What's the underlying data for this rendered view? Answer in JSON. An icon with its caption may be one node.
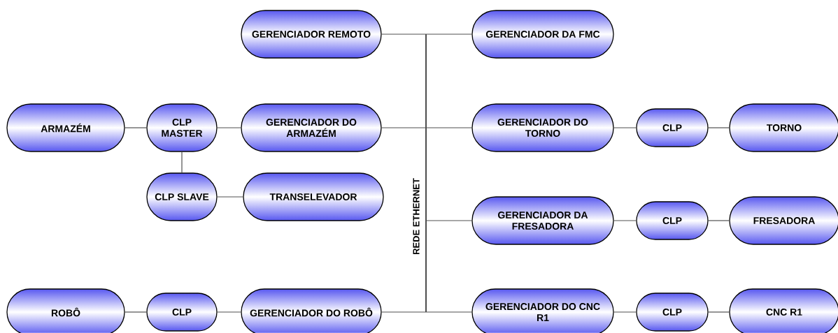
{
  "diagram": {
    "nodes": [
      {
        "text": [
          "GERENCIADOR REMOTO"
        ]
      },
      {
        "text": [
          "GERENCIADOR DA FMC"
        ]
      },
      {
        "text": [
          "ARMAZÉM"
        ]
      },
      {
        "text": [
          "CLP MASTER"
        ]
      },
      {
        "text": [
          "GERENCIADOR DO ARMAZÉM"
        ]
      },
      {
        "text": [
          "GERENCIADOR DO TORNO"
        ]
      },
      {
        "text": [
          "CLP"
        ]
      },
      {
        "text": [
          "TORNO"
        ]
      },
      {
        "text": [
          "CLP SLAVE"
        ]
      },
      {
        "text": [
          "TRANSELEVADOR"
        ]
      },
      {
        "text": [],
        "shape": "bar",
        "beside": [
          "REDE ETHERNET"
        ]
      },
      {
        "text": [
          "GERENCIADOR DA FRESADORA"
        ]
      },
      {
        "text": [
          "CLP"
        ]
      },
      {
        "text": [
          "FRESADORA"
        ]
      },
      {
        "text": [
          "ROBÔ"
        ]
      },
      {
        "text": [
          "CLP"
        ]
      },
      {
        "text": [
          "GERENCIADOR DO ROBÔ"
        ]
      },
      {
        "text": [
          "GERENCIADOR DO CNC R1"
        ]
      },
      {
        "text": [
          "CLP"
        ]
      },
      {
        "text": [
          "CNC R1"
        ]
      }
    ],
    "edges": [
      {
        "from": 0,
        "to": 10,
        "arrow": "none"
      },
      {
        "from": 1,
        "to": 10,
        "arrow": "none"
      },
      {
        "from": 2,
        "to": 3,
        "arrow": "none"
      },
      {
        "from": 3,
        "to": 4,
        "arrow": "none"
      },
      {
        "from": 4,
        "to": 10,
        "arrow": "none"
      },
      {
        "from": 5,
        "to": 10,
        "arrow": "none"
      },
      {
        "from": 5,
        "to": 6,
        "arrow": "none"
      },
      {
        "from": 6,
        "to": 7,
        "arrow": "none"
      },
      {
        "from": 3,
        "to": 8,
        "arrow": "none"
      },
      {
        "from": 8,
        "to": 9,
        "arrow": "none"
      },
      {
        "from": 11,
        "to": 10,
        "arrow": "none"
      },
      {
        "from": 11,
        "to": 12,
        "arrow": "none"
      },
      {
        "from": 12,
        "to": 13,
        "arrow": "none"
      },
      {
        "from": 14,
        "to": 15,
        "arrow": "none"
      },
      {
        "from": 15,
        "to": 16,
        "arrow": "none"
      },
      {
        "from": 16,
        "to": 10,
        "arrow": "none"
      },
      {
        "from": 17,
        "to": 10,
        "arrow": "none"
      },
      {
        "from": 17,
        "to": 18,
        "arrow": "none"
      },
      {
        "from": 18,
        "to": 19,
        "arrow": "none"
      }
    ]
  }
}
